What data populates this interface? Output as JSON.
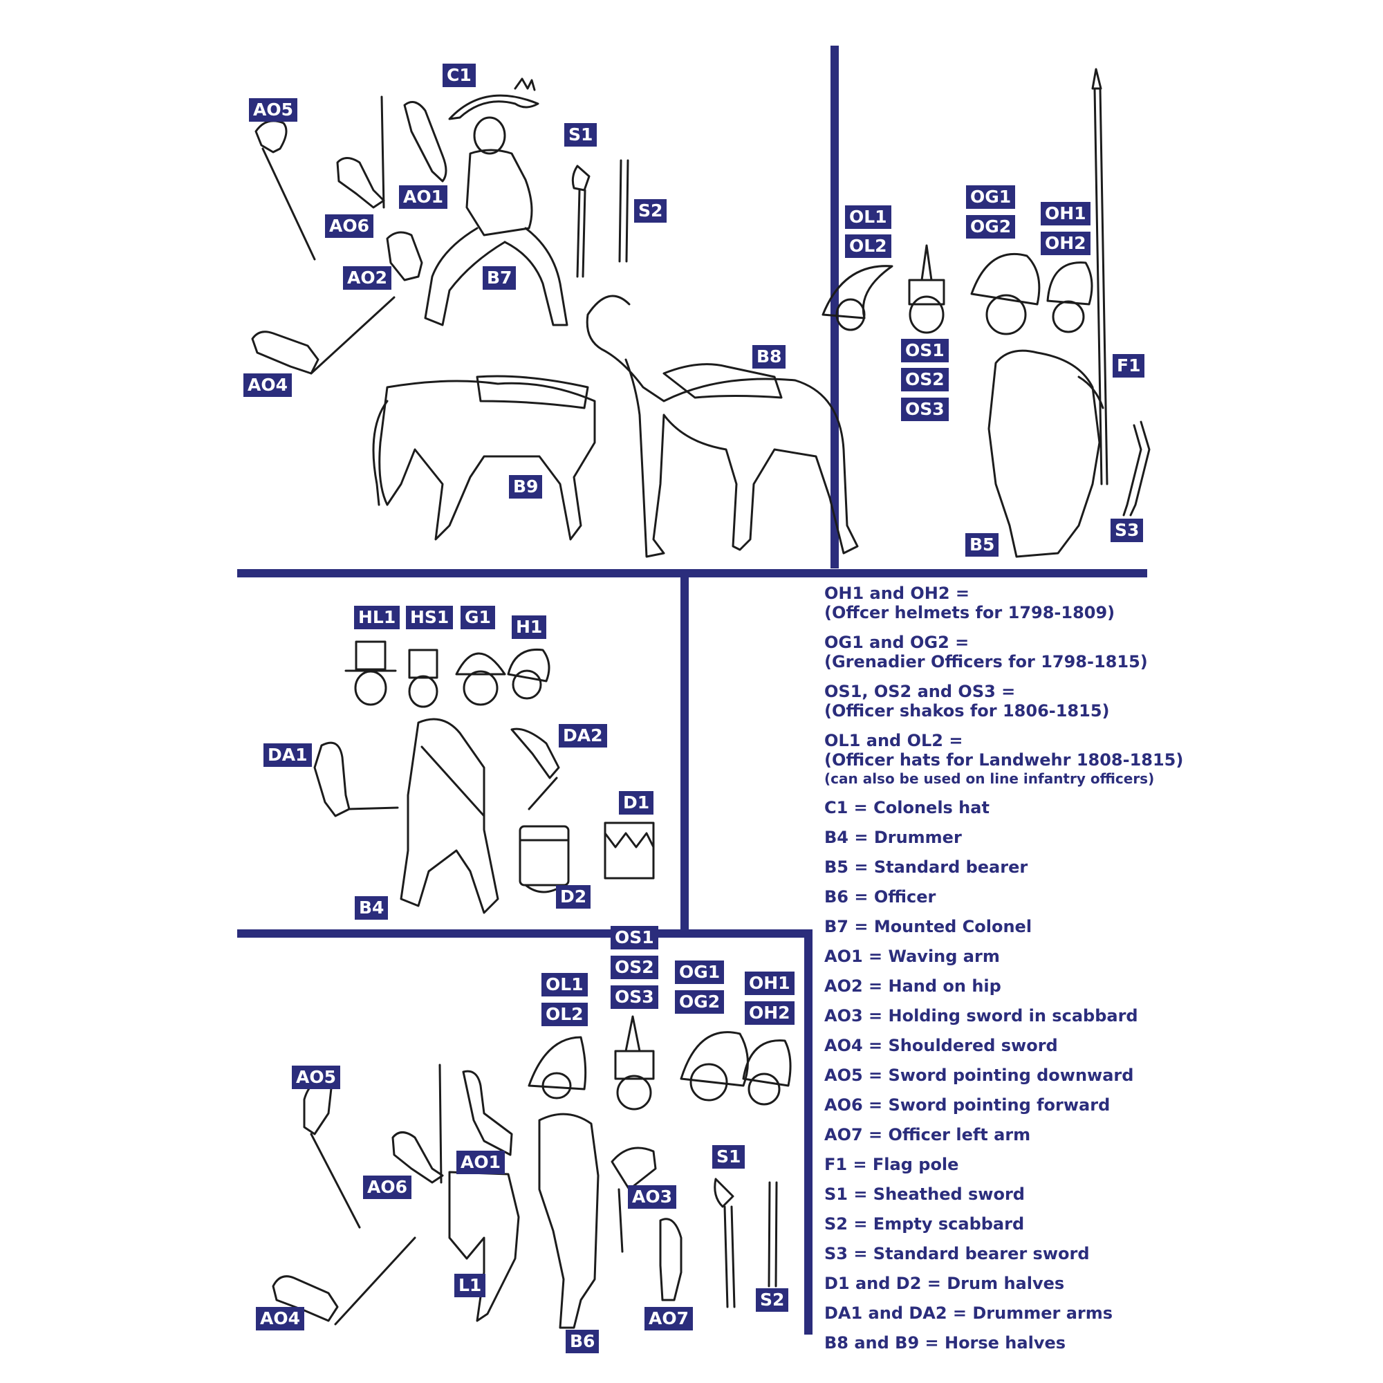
{
  "labels": {
    "top_left": {
      "C1": "C1",
      "AO5": "AO5",
      "AO6": "AO6",
      "AO1": "AO1",
      "AO2": "AO2",
      "AO4": "AO4",
      "S1": "S1",
      "S2": "S2",
      "B7": "B7",
      "B8": "B8",
      "B9": "B9"
    },
    "top_right": {
      "OL1": "OL1",
      "OL2": "OL2",
      "OG1": "OG1",
      "OG2": "OG2",
      "OH1": "OH1",
      "OH2": "OH2",
      "OS1": "OS1",
      "OS2": "OS2",
      "OS3": "OS3",
      "F1": "F1",
      "B5": "B5",
      "S3": "S3"
    },
    "middle_left": {
      "HL1": "HL1",
      "HS1": "HS1",
      "G1": "G1",
      "H1": "H1",
      "DA1": "DA1",
      "DA2": "DA2",
      "D1": "D1",
      "D2": "D2",
      "B4": "B4"
    },
    "bottom": {
      "OS1": "OS1",
      "OS2": "OS2",
      "OS3": "OS3",
      "OL1": "OL1",
      "OL2": "OL2",
      "OG1": "OG1",
      "OG2": "OG2",
      "OH1": "OH1",
      "OH2": "OH2",
      "AO5": "AO5",
      "AO6": "AO6",
      "AO1": "AO1",
      "AO3": "AO3",
      "S1": "S1",
      "S2": "S2",
      "L1": "L1",
      "AO4": "AO4",
      "AO7": "AO7",
      "B6": "B6"
    }
  },
  "legend": [
    {
      "line1": "OH1 and OH2 =",
      "line2": "(Offcer helmets for 1798-1809)"
    },
    {
      "line1": "OG1 and OG2 =",
      "line2": "(Grenadier Officers for 1798-1815)"
    },
    {
      "line1": "OS1, OS2 and OS3 =",
      "line2": "(Officer shakos for 1806-1815)"
    },
    {
      "line1": "OL1 and OL2 =",
      "line2": "(Officer hats for Landwehr 1808-1815)",
      "note": "(can also be used on line infantry officers)"
    },
    {
      "line1": "C1 = Colonels hat"
    },
    {
      "line1": "B4 = Drummer"
    },
    {
      "line1": "B5 = Standard bearer"
    },
    {
      "line1": "B6 = Officer"
    },
    {
      "line1": "B7 = Mounted Colonel"
    },
    {
      "line1": "AO1 = Waving arm"
    },
    {
      "line1": "AO2 = Hand on hip"
    },
    {
      "line1": "AO3 = Holding sword in scabbard"
    },
    {
      "line1": "AO4 = Shouldered sword"
    },
    {
      "line1": "AO5 = Sword pointing downward"
    },
    {
      "line1": "AO6 = Sword pointing forward"
    },
    {
      "line1": "AO7 = Officer left arm"
    },
    {
      "line1": "F1 = Flag pole"
    },
    {
      "line1": "S1 = Sheathed sword"
    },
    {
      "line1": "S2 = Empty scabbard"
    },
    {
      "line1": "S3 = Standard bearer sword"
    },
    {
      "line1": "D1 and D2 = Drum halves"
    },
    {
      "line1": "DA1 and DA2 = Drummer arms"
    },
    {
      "line1": "B8 and B9 = Horse halves"
    }
  ],
  "colors": {
    "accent": "#2b2d7c",
    "label_text": "#ffffff",
    "line_art": "#1c1c1c",
    "background": "#ffffff"
  }
}
